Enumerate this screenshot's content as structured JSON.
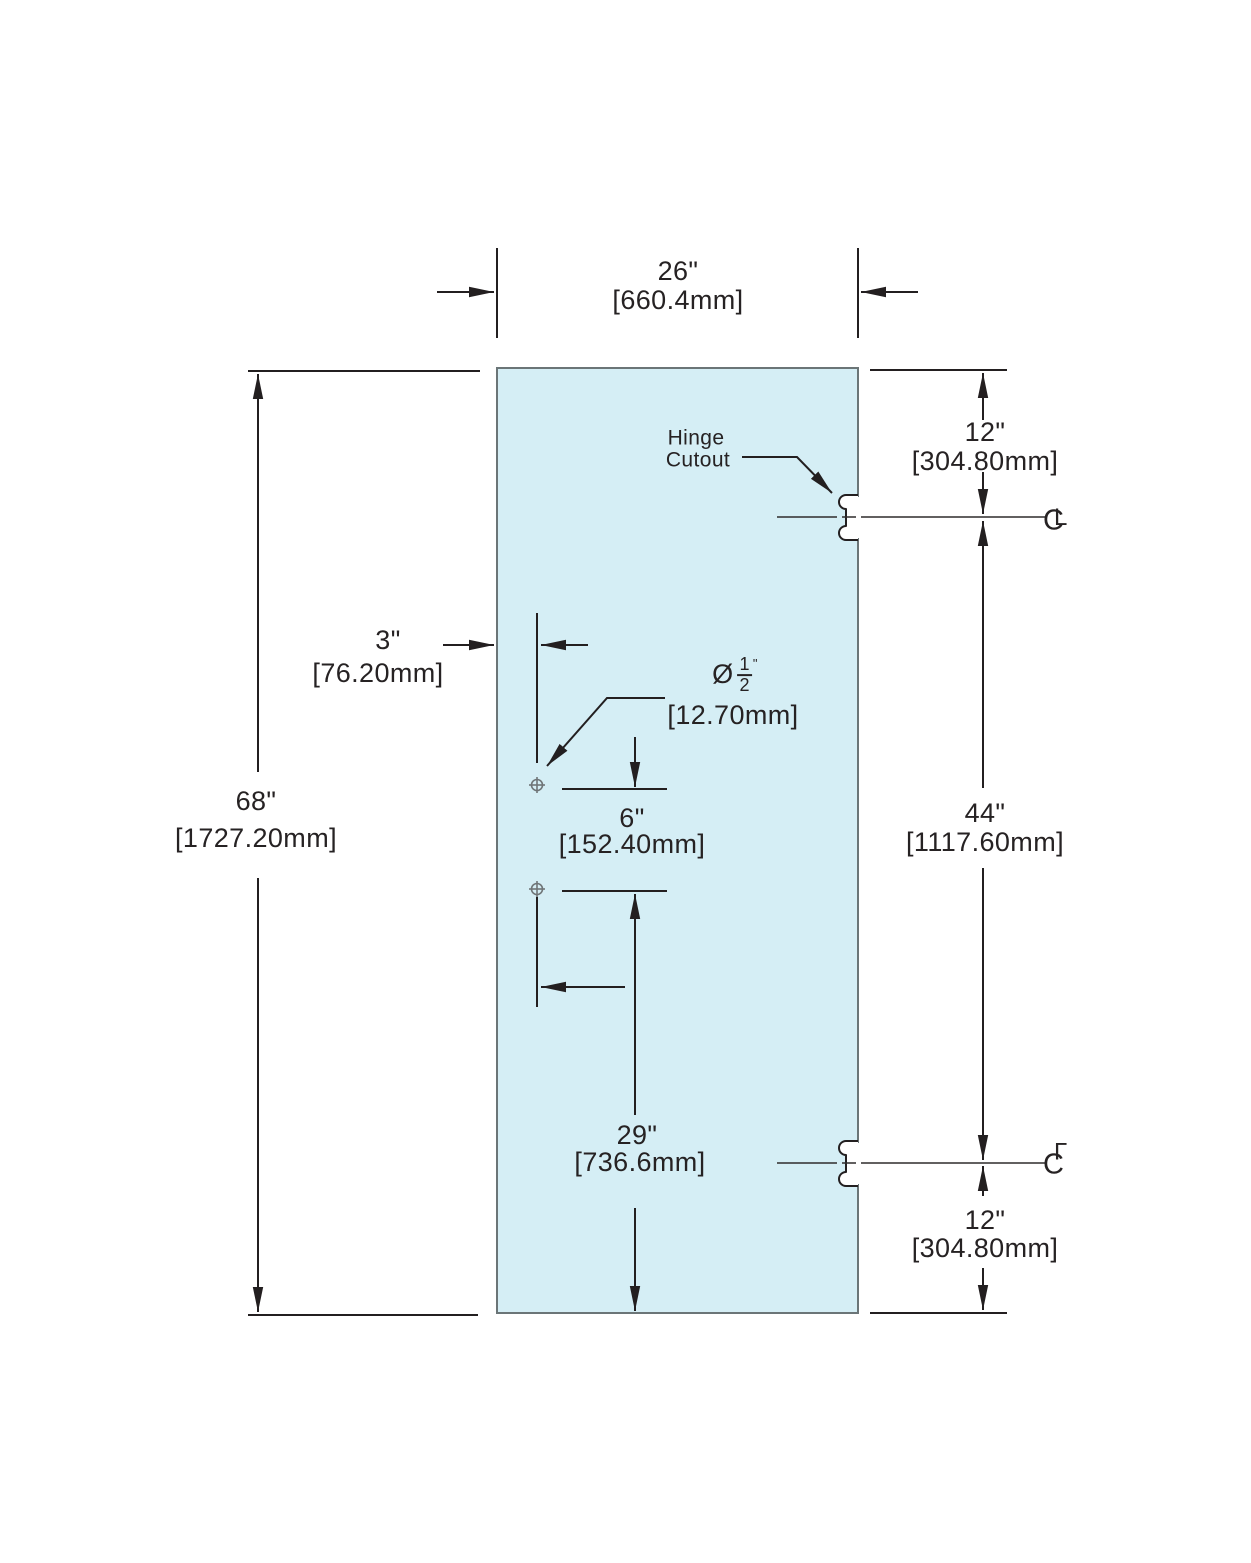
{
  "drawing": {
    "hinge_label": {
      "line1": "Hinge",
      "line2": "Cutout"
    },
    "centerline": {
      "c": "C",
      "l": "L"
    },
    "dims": {
      "width_in": "26\"",
      "width_mm": "[660.4mm]",
      "height_in": "68\"",
      "height_mm": "[1727.20mm]",
      "top_hinge_in": "12\"",
      "top_hinge_mm": "[304.80mm]",
      "hinge_span_in": "44\"",
      "hinge_span_mm": "[1117.60mm]",
      "bottom_hinge_in": "12\"",
      "bottom_hinge_mm": "[304.80mm]",
      "hole_edge_in": "3\"",
      "hole_edge_mm": "[76.20mm]",
      "hole_dia_sym": "Ø",
      "hole_dia_num": "1",
      "hole_dia_den": "2",
      "hole_dia_unit": "\"",
      "hole_dia_mm": "[12.70mm]",
      "hole_gap_in": "6\"",
      "hole_gap_mm": "[152.40mm]",
      "hole_bottom_in": "29\"",
      "hole_bottom_mm": "[736.6mm]"
    },
    "colors": {
      "door_fill": "#d5eef5",
      "door_stroke": "#6b7577",
      "line": "#231f20",
      "hole_mark": "#6f7577"
    }
  }
}
